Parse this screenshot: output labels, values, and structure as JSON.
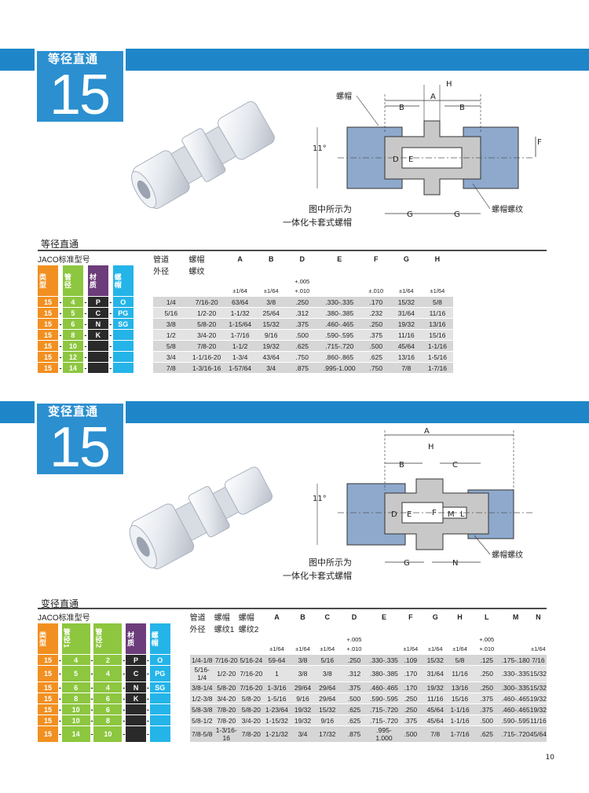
{
  "section1": {
    "badge_title": "等径直通",
    "badge_number": "15",
    "labels": {
      "cap": "螺帽",
      "cap_thread": "螺帽螺纹",
      "angle": "11°",
      "A": "A",
      "B": "B",
      "B2": "B",
      "H": "H",
      "F": "F",
      "D": "D",
      "E": "E",
      "G": "G",
      "G2": "G"
    },
    "caption_line1": "图中所示为",
    "caption_line2": "一体化卡套式螺帽",
    "table_title": "等径直通",
    "header": {
      "model": "JACO标准型号",
      "tube_od_1": "管道",
      "tube_od_2": "外径",
      "thread_1": "螺帽",
      "thread_2": "螺纹",
      "cols": [
        "A",
        "B",
        "D",
        "E",
        "F",
        "G",
        "H"
      ],
      "d_tol_top": "+.005",
      "tols": [
        "±1/64",
        "±1/64",
        "+.010",
        "",
        "±.010",
        "±1/64",
        "±1/64"
      ],
      "code_headers": [
        "类型",
        "管径",
        "材质",
        "螺帽"
      ]
    },
    "rows": [
      {
        "c1": "15",
        "c2": "4",
        "c3": "P",
        "c4": "O",
        "od": "1/4",
        "thread": "7/16-20",
        "A": "63/64",
        "B": "3/8",
        "D": ".250",
        "E": ".330-.335",
        "F": ".170",
        "G": "15/32",
        "H": "5/8"
      },
      {
        "c1": "15",
        "c2": "5",
        "c3": "C",
        "c4": "PG",
        "od": "5/16",
        "thread": "1/2-20",
        "A": "1-1/32",
        "B": "25/64",
        "D": ".312",
        "E": ".380-.385",
        "F": ".232",
        "G": "31/64",
        "H": "11/16"
      },
      {
        "c1": "15",
        "c2": "6",
        "c3": "N",
        "c4": "SG",
        "od": "3/8",
        "thread": "5/8-20",
        "A": "1-15/64",
        "B": "15/32",
        "D": ".375",
        "E": ".460-.465",
        "F": ".250",
        "G": "19/32",
        "H": "13/16"
      },
      {
        "c1": "15",
        "c2": "8",
        "c3": "K",
        "c4": "",
        "od": "1/2",
        "thread": "3/4-20",
        "A": "1-7/16",
        "B": "9/16",
        "D": ".500",
        "E": ".590-.595",
        "F": ".375",
        "G": "11/16",
        "H": "15/16"
      },
      {
        "c1": "15",
        "c2": "10",
        "c3": "",
        "c4": "",
        "od": "5/8",
        "thread": "7/8-20",
        "A": "1-1/2",
        "B": "19/32",
        "D": ".625",
        "E": ".715-.720",
        "F": ".500",
        "G": "45/64",
        "H": "1-1/16"
      },
      {
        "c1": "15",
        "c2": "12",
        "c3": "",
        "c4": "",
        "od": "3/4",
        "thread": "1-1/16-20",
        "A": "1-3/4",
        "B": "43/64",
        "D": ".750",
        "E": ".860-.865",
        "F": ".625",
        "G": "13/16",
        "H": "1-5/16"
      },
      {
        "c1": "15",
        "c2": "14",
        "c3": "",
        "c4": "",
        "od": "7/8",
        "thread": "1-3/16-16",
        "A": "1-57/64",
        "B": "3/4",
        "D": ".875",
        "E": ".995-1.000",
        "F": ".750",
        "G": "7/8",
        "H": "1-7/16"
      }
    ]
  },
  "section2": {
    "badge_title": "变径直通",
    "badge_number": "15",
    "labels": {
      "cap_thread": "螺帽螺纹",
      "angle": "11°",
      "A": "A",
      "B": "B",
      "C": "C",
      "H": "H",
      "D": "D",
      "E": "E",
      "F": "F",
      "M": "M",
      "L": "L",
      "G": "G",
      "N": "N"
    },
    "caption_line1": "图中所示为",
    "caption_line2": "一体化卡套式螺帽",
    "table_title": "变径直通",
    "header": {
      "model": "JACO标准型号",
      "tube_od_1": "管道",
      "tube_od_2": "外径",
      "thread1_1": "螺帽",
      "thread1_2": "螺纹1",
      "thread2_1": "螺帽",
      "thread2_2": "螺纹2",
      "cols": [
        "A",
        "B",
        "C",
        "D",
        "E",
        "F",
        "G",
        "H",
        "L",
        "M",
        "N"
      ],
      "d_tol_top": "+.005",
      "l_tol_top": "+.005",
      "tols": [
        "±1/64",
        "±1/64",
        "±1/64",
        "+.010",
        "",
        "±1/64",
        "±1/64",
        "±1/64",
        "+.010",
        "",
        "±1/64"
      ],
      "code_headers": [
        "类型",
        "管径1",
        "管径2",
        "材质",
        "螺帽"
      ]
    },
    "rows": [
      {
        "c1": "15",
        "c2": "4",
        "c3": "2",
        "c4": "P",
        "c5": "O",
        "od": "1/4-1/8",
        "t1": "7/16-20",
        "t2": "5/16-24",
        "A": "59-64",
        "B": "3/8",
        "C": "5/16",
        "D": ".250",
        "E": ".330-.335",
        "F": ".109",
        "G": "15/32",
        "H": "5/8",
        "L": ".125",
        "M": ".175-.180",
        "N": "7/16"
      },
      {
        "c1": "15",
        "c2": "5",
        "c3": "4",
        "c4": "C",
        "c5": "PG",
        "od": "5/16-1/4",
        "t1": "1/2-20",
        "t2": "7/16-20",
        "A": "1",
        "B": "3/8",
        "C": "3/8",
        "D": ".312",
        "E": ".380-.385",
        "F": ".170",
        "G": "31/64",
        "H": "11/16",
        "L": ".250",
        "M": ".330-.335",
        "N": "15/32"
      },
      {
        "c1": "15",
        "c2": "6",
        "c3": "4",
        "c4": "N",
        "c5": "SG",
        "od": "3/8-1/4",
        "t1": "5/8-20",
        "t2": "7/16-20",
        "A": "1-3/16",
        "B": "29/64",
        "C": "29/64",
        "D": ".375",
        "E": ".460-.465",
        "F": ".170",
        "G": "19/32",
        "H": "13/16",
        "L": ".250",
        "M": ".300-.335",
        "N": "15/32"
      },
      {
        "c1": "15",
        "c2": "8",
        "c3": "6",
        "c4": "K",
        "c5": "",
        "od": "1/2-3/8",
        "t1": "3/4-20",
        "t2": "5/8-20",
        "A": "1-5/16",
        "B": "9/16",
        "C": "29/64",
        "D": ".500",
        "E": ".590-.595",
        "F": ".250",
        "G": "11/16",
        "H": "15/16",
        "L": ".375",
        "M": ".460-.465",
        "N": "19/32"
      },
      {
        "c1": "15",
        "c2": "10",
        "c3": "6",
        "c4": "",
        "c5": "",
        "od": "5/8-3/8",
        "t1": "7/8-20",
        "t2": "5/8-20",
        "A": "1-23/64",
        "B": "19/32",
        "C": "15/32",
        "D": ".625",
        "E": ".715-.720",
        "F": ".250",
        "G": "45/64",
        "H": "1-1/16",
        "L": ".375",
        "M": ".460-.465",
        "N": "19/32"
      },
      {
        "c1": "15",
        "c2": "10",
        "c3": "8",
        "c4": "",
        "c5": "",
        "od": "5/8-1/2",
        "t1": "7/8-20",
        "t2": "3/4-20",
        "A": "1-15/32",
        "B": "19/32",
        "C": "9/16",
        "D": ".625",
        "E": ".715-.720",
        "F": ".375",
        "G": "45/64",
        "H": "1-1/16",
        "L": ".500",
        "M": ".590-.595",
        "N": "11/16"
      },
      {
        "c1": "15",
        "c2": "14",
        "c3": "10",
        "c4": "",
        "c5": "",
        "od": "7/8-5/8",
        "t1": "1-3/16-16",
        "t2": "7/8-20",
        "A": "1-21/32",
        "B": "3/4",
        "C": "17/32",
        "D": ".875",
        "E": ".995-1.000",
        "F": ".500",
        "G": "7/8",
        "H": "1-7/16",
        "L": ".625",
        "M": ".715-.720",
        "N": "45/64"
      }
    ]
  },
  "page_number": "10"
}
